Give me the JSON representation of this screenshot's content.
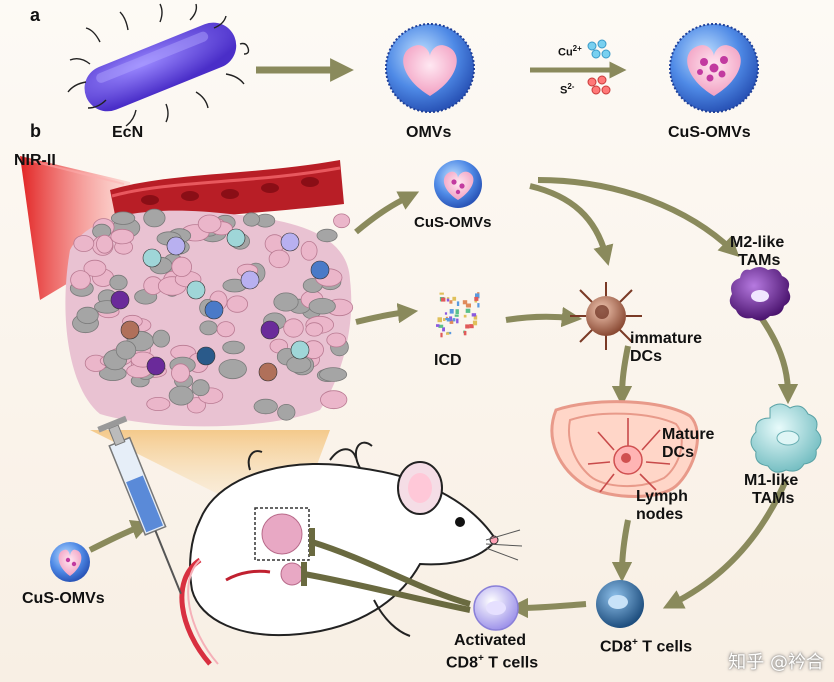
{
  "panels": {
    "a": "a",
    "b": "b"
  },
  "labels": {
    "ecn": "EcN",
    "omvs": "OMVs",
    "cus_omvs_top": "CuS-OMVs",
    "cu_ion": "Cu",
    "cu_sup": "2+",
    "s_ion": "S",
    "s_sup": "2-",
    "nir": "NIR-II",
    "cus_omvs_mid": "CuS-OMVs",
    "icd": "ICD",
    "immature_line1": "immature",
    "immature_line2": "DCs",
    "m2_line1": "M2-like",
    "m2_line2": "TAMs",
    "mature_line1": "Mature",
    "mature_line2": "DCs",
    "lymph_line1": "Lymph",
    "lymph_line2": "nodes",
    "m1_line1": "M1-like",
    "m1_line2": "TAMs",
    "cd8": "CD8",
    "cd8_sup": "+",
    "cd8_rest": " T cells",
    "activated_line1": "Activated",
    "activated_line2a": "CD8",
    "activated_sup": "+",
    "activated_line2b": " T cells",
    "cus_omvs_left": "CuS-OMVs"
  },
  "watermark": "知乎 @衿合",
  "colors": {
    "arrow": "#8a8a5c",
    "bacteria": "#6a4fe0",
    "omv": "#5a8fe8",
    "heart": "#ffc4dc",
    "nir": "#e02020",
    "vessel": "#c0282a",
    "tissue_pink": "#e8b6c8",
    "tissue_gray": "#9a9a9a",
    "m2": "#6a2a9a",
    "m1": "#9fd6d8",
    "cd8": "#2a5a8a",
    "activated": "#b8b0f0",
    "dc": "#b0705a"
  }
}
